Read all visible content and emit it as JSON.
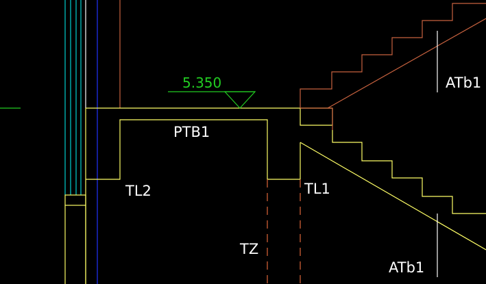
{
  "colors": {
    "background": "#000000",
    "yellow": "#ffff66",
    "orange": "#c8623f",
    "green": "#22cc22",
    "cyan": "#00d0d0",
    "blue": "#2233ff",
    "white": "#ffffff",
    "dashed": "#e0663a"
  },
  "elevation": {
    "value": "5.350"
  },
  "labels": {
    "platform_slab": "PTB1",
    "landing_beam_left": "TL2",
    "landing_beam_right": "TL1",
    "column": "TZ",
    "upper_flight": "ATb1",
    "lower_flight": "ATb1"
  }
}
